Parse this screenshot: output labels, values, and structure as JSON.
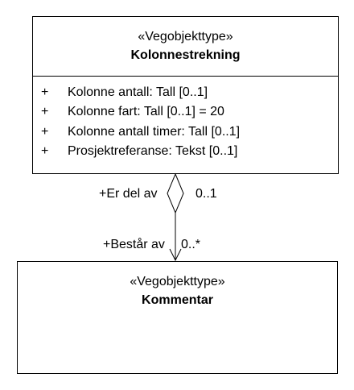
{
  "classes": {
    "top": {
      "stereotype": "«Vegobjekttype»",
      "name": "Kolonnestrekning",
      "attributes": [
        {
          "visibility": "+",
          "text": "Kolonne antall: Tall [0..1]"
        },
        {
          "visibility": "+",
          "text": "Kolonne fart: Tall [0..1] = 20"
        },
        {
          "visibility": "+",
          "text": "Kolonne antall timer: Tall [0..1]"
        },
        {
          "visibility": "+",
          "text": "Prosjektreferanse: Tekst [0..1]"
        }
      ]
    },
    "bottom": {
      "stereotype": "«Vegobjekttype»",
      "name": "Kommentar"
    }
  },
  "association": {
    "type": "aggregation",
    "source_role": "+Er del av",
    "source_multiplicity": "0..1",
    "target_role": "+Består av",
    "target_multiplicity": "0..*"
  }
}
